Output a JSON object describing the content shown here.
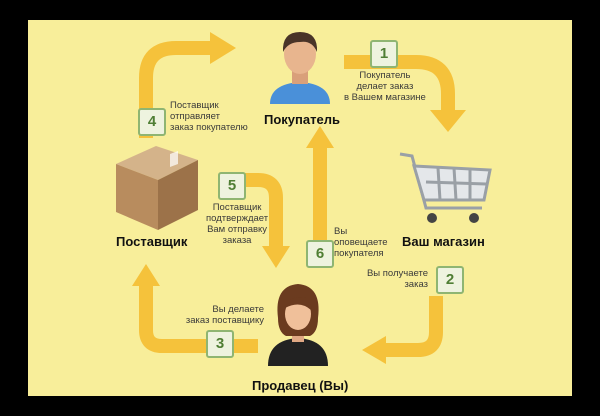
{
  "colors": {
    "background": "#f8ee9a",
    "arrow": "#f5c23b",
    "badge_border": "#8fb572",
    "badge_text": "#4f7e34",
    "badge_fill": "#eef3df"
  },
  "nodes": {
    "buyer": {
      "label": "Покупатель",
      "icon": "man-avatar-icon"
    },
    "shop": {
      "label": "Ваш магазин",
      "icon": "shopping-cart-icon"
    },
    "seller": {
      "label": "Продавец (Вы)",
      "icon": "woman-avatar-icon"
    },
    "supplier": {
      "label": "Поставщик",
      "icon": "cardboard-box-icon"
    }
  },
  "steps": [
    {
      "number": "1",
      "lines": [
        "Покупатель",
        "делает заказ",
        "в Вашем магазине"
      ]
    },
    {
      "number": "2",
      "lines": [
        "Вы получаете",
        "заказ"
      ]
    },
    {
      "number": "3",
      "lines": [
        "Вы делаете",
        "заказ поставщику"
      ]
    },
    {
      "number": "4",
      "lines": [
        "Поставщик",
        "отправляет",
        "заказ покупателю"
      ]
    },
    {
      "number": "5",
      "lines": [
        "Поставщик",
        "подтверждает",
        "Вам отправку",
        "заказа"
      ]
    },
    {
      "number": "6",
      "lines": [
        "Вы",
        "оповещаете",
        "покупателя"
      ]
    }
  ]
}
